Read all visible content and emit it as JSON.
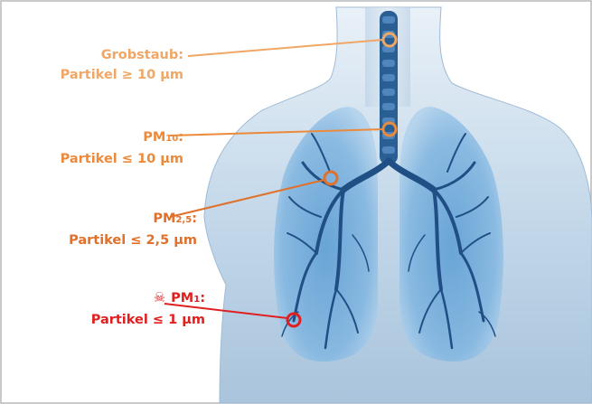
{
  "colors": {
    "coarse": "#f0a766",
    "pm10": "#ec8a3c",
    "pm25": "#e0702a",
    "pm1": "#e02020",
    "body": "#a8c6de",
    "lung": "#7fb2dc",
    "frame": "#b8b8b8"
  },
  "labels": [
    {
      "name_main": "Grobstaub:",
      "name_sub": "",
      "size": "Partikel ≥ 10 µm"
    },
    {
      "name_main": "PM",
      "name_sub": "10",
      "name_suffix": ":",
      "size": "Partikel ≤ 10 µm"
    },
    {
      "name_main": "PM",
      "name_sub": "2,5",
      "name_suffix": ":",
      "size": "Partikel ≤ 2,5 µm"
    },
    {
      "name_main": "PM",
      "name_sub": "1",
      "name_suffix": ":",
      "size": "Partikel ≤ 1 µm",
      "icon": "skull-crossbones-icon"
    }
  ]
}
